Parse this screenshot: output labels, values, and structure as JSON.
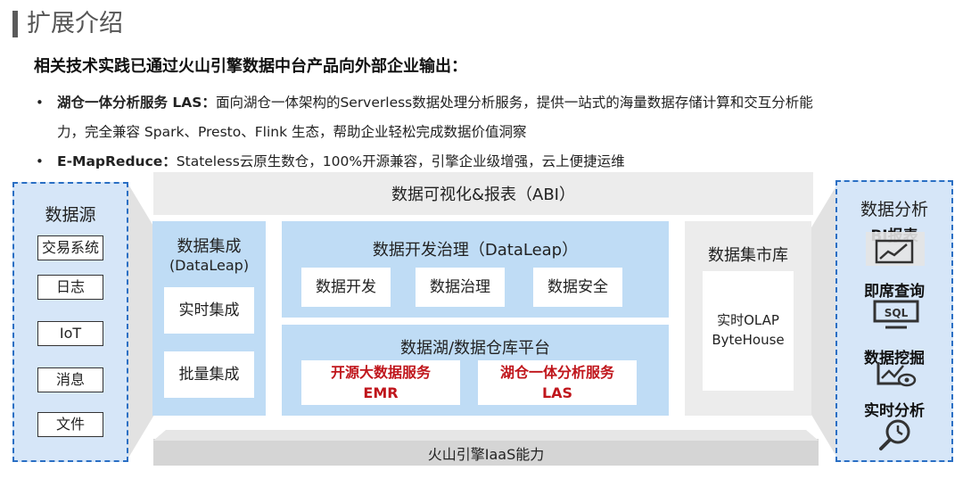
{
  "header": {
    "title": "扩展介绍",
    "subtitle": "相关技术实践已通过火山引擎数据中台产品向外部企业输出："
  },
  "bullets": [
    {
      "marker": "•",
      "bold": "湖仓一体分析服务 LAS：",
      "text": "面向湖仓一体架构的Serverless数据处理分析服务，提供一站式的海量数据存储计算和交互分析能",
      "continuation": "力，完全兼容 Spark、Presto、Flink 生态，帮助企业轻松完成数据价值洞察"
    },
    {
      "marker": "•",
      "bold": "E-MapReduce：",
      "text": "Stateless云原生数仓，100%开源兼容，引擎企业级增强，云上便捷运维"
    }
  ],
  "data_sources": {
    "title": "数据源",
    "items": [
      "交易系统",
      "日志",
      "IoT",
      "消息",
      "文件"
    ]
  },
  "visualization": {
    "label": "数据可视化&报表（ABI）"
  },
  "integration": {
    "title_line1": "数据集成",
    "title_line2": "(DataLeap)",
    "items": [
      "实时集成",
      "批量集成"
    ]
  },
  "governance": {
    "title": "数据开发治理（DataLeap）",
    "items": [
      "数据开发",
      "数据治理",
      "数据安全"
    ]
  },
  "lake": {
    "title": "数据湖/数据仓库平台",
    "services": [
      {
        "line1": "开源大数据服务",
        "line2": "EMR"
      },
      {
        "line1": "湖仓一体分析服务",
        "line2": "LAS"
      }
    ]
  },
  "mart": {
    "title": "数据集市库",
    "line1": "实时OLAP",
    "line2": "ByteHouse"
  },
  "iaas": {
    "label": "火山引擎IaaS能力"
  },
  "analysis": {
    "title": "数据分析",
    "items": [
      {
        "label": "BI报表",
        "icon": "bi-chart-icon"
      },
      {
        "label": "即席查询",
        "icon": "sql-icon"
      },
      {
        "label": "数据挖掘",
        "icon": "data-mining-icon"
      },
      {
        "label": "实时分析",
        "icon": "realtime-magnifier-icon"
      }
    ],
    "sql_text": "SQL"
  },
  "colors": {
    "accent_blue": "#2a6fc4",
    "light_blue": "#bfdcf5",
    "panel_blue": "#d6e6f8",
    "gray": "#ececec",
    "red": "#c0161c"
  }
}
